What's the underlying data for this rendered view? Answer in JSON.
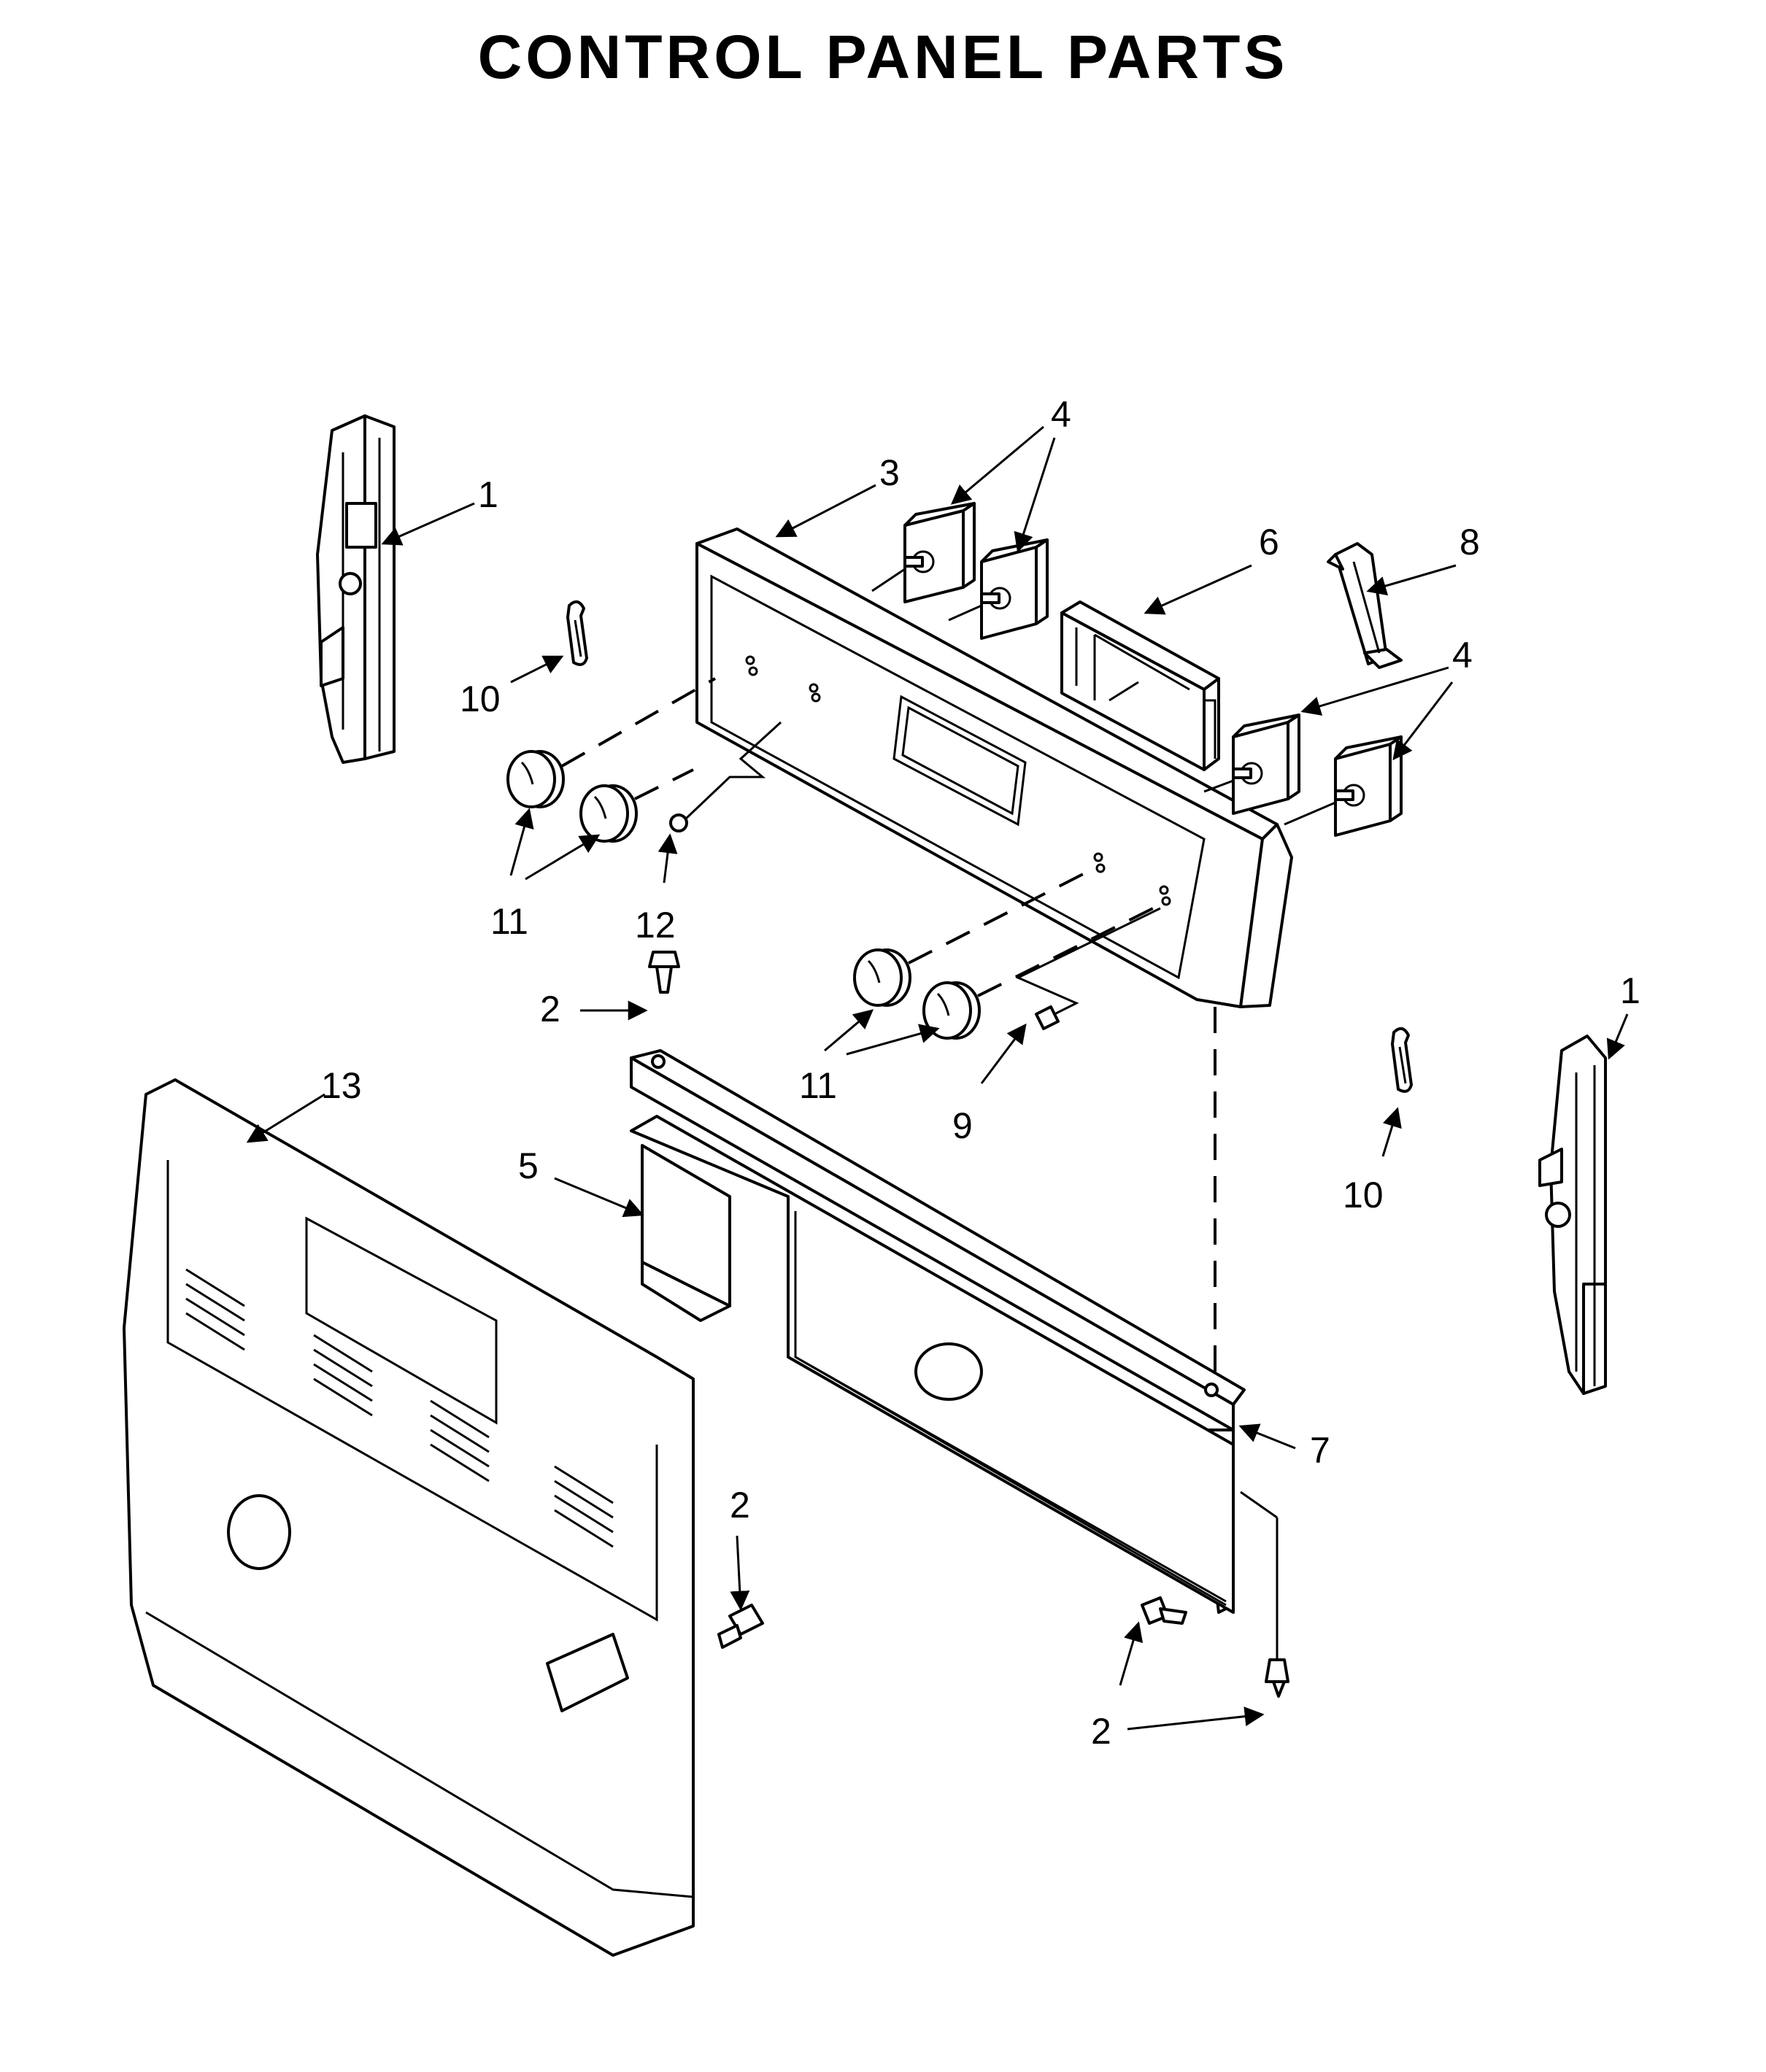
{
  "title": "CONTROL PANEL PARTS",
  "callouts": [
    {
      "id": "c1a",
      "text": "1"
    },
    {
      "id": "c1b",
      "text": "1"
    },
    {
      "id": "c2a",
      "text": "2"
    },
    {
      "id": "c2b",
      "text": "2"
    },
    {
      "id": "c2c",
      "text": "2"
    },
    {
      "id": "c3",
      "text": "3"
    },
    {
      "id": "c4a",
      "text": "4"
    },
    {
      "id": "c4b",
      "text": "4"
    },
    {
      "id": "c5",
      "text": "5"
    },
    {
      "id": "c6",
      "text": "6"
    },
    {
      "id": "c7",
      "text": "7"
    },
    {
      "id": "c8",
      "text": "8"
    },
    {
      "id": "c9",
      "text": "9"
    },
    {
      "id": "c10a",
      "text": "10"
    },
    {
      "id": "c10b",
      "text": "10"
    },
    {
      "id": "c11a",
      "text": "11"
    },
    {
      "id": "c11b",
      "text": "11"
    },
    {
      "id": "c12",
      "text": "12"
    },
    {
      "id": "c13",
      "text": "13"
    }
  ]
}
